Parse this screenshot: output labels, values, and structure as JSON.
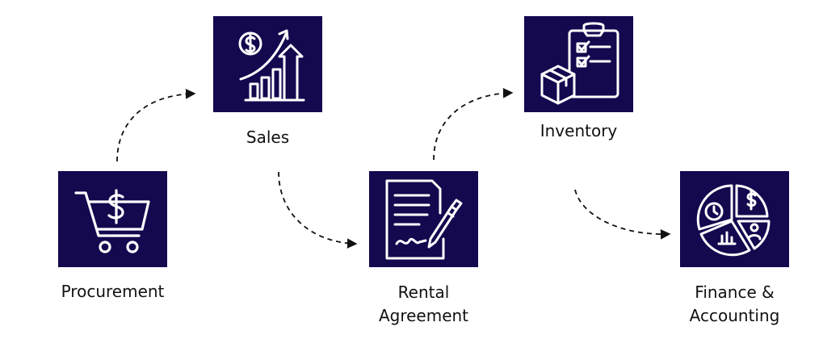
{
  "diagram": {
    "title": "",
    "steps": [
      {
        "id": "procurement",
        "label": "Procurement",
        "icon": "shopping-cart-dollar-icon"
      },
      {
        "id": "sales",
        "label": "Sales",
        "icon": "sales-growth-chart-icon"
      },
      {
        "id": "rental",
        "label_line1": "Rental",
        "label_line2": "Agreement",
        "icon": "signed-contract-icon"
      },
      {
        "id": "inventory",
        "label": "Inventory",
        "icon": "clipboard-box-icon"
      },
      {
        "id": "finance",
        "label_line1": "Finance &",
        "label_line2": "Accounting",
        "icon": "finance-pie-chart-icon"
      }
    ],
    "connections": [
      {
        "from": "procurement",
        "to": "sales"
      },
      {
        "from": "sales",
        "to": "rental"
      },
      {
        "from": "rental",
        "to": "inventory"
      },
      {
        "from": "inventory",
        "to": "finance"
      }
    ]
  },
  "colors": {
    "box": "#14084f",
    "icon_stroke": "#ffffff",
    "text": "#111111",
    "arrow": "#111111"
  }
}
